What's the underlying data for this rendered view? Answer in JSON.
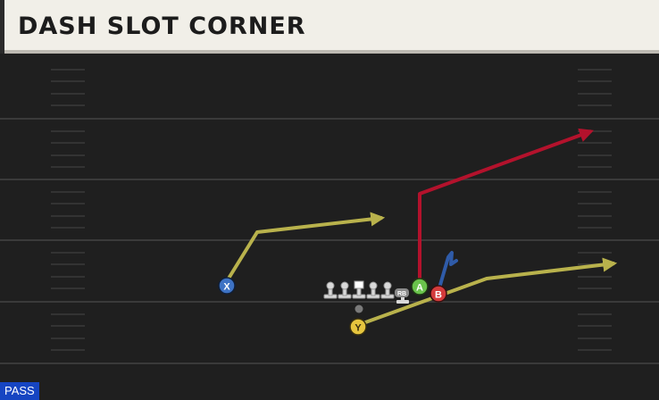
{
  "play": {
    "title": "DASH SLOT CORNER",
    "type_badge": "PASS"
  },
  "colors": {
    "field_bg": "#1f1f1f",
    "yard_line": "#3a3a3a",
    "title_bg": "#f1efe8",
    "route_red": "#b3122c",
    "route_yellow": "#b9b24c",
    "route_blue": "#2f5ba8",
    "badge_bg": "#1645c2"
  },
  "players": [
    {
      "id": "X",
      "label": "X",
      "color": "#3d72c4",
      "route": "yellow"
    },
    {
      "id": "A",
      "label": "A",
      "color": "#6ac34c",
      "route": "red"
    },
    {
      "id": "B",
      "label": "B",
      "color": "#d43b3b",
      "route": "blue"
    },
    {
      "id": "Y",
      "label": "Y",
      "color": "#e6c53e",
      "route": "yellow"
    },
    {
      "id": "RB",
      "label": "RB",
      "color": "#8a8a8a",
      "route": "none"
    }
  ],
  "linemen": [
    {
      "id": "LT",
      "kind": "lineman"
    },
    {
      "id": "LG",
      "kind": "lineman"
    },
    {
      "id": "C",
      "kind": "center"
    },
    {
      "id": "RG",
      "kind": "lineman"
    },
    {
      "id": "RT",
      "kind": "lineman"
    }
  ],
  "qb": {
    "id": "QB",
    "kind": "quarterback"
  }
}
